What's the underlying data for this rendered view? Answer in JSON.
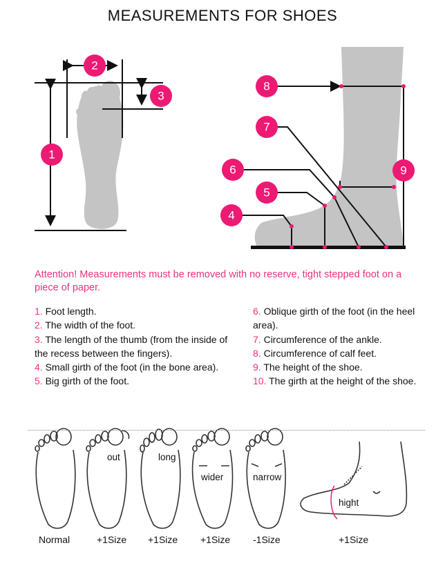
{
  "title": "MEASUREMENTS FOR SHOES",
  "colors": {
    "accent": "#ec1a73",
    "foot_gray": "#c4c4c4",
    "line": "#111111"
  },
  "markers": [
    "1",
    "2",
    "3",
    "4",
    "5",
    "6",
    "7",
    "8",
    "9"
  ],
  "attention": "Attention! Measurements must be removed with no reserve, tight stepped foot on a piece of paper.",
  "list_left": [
    {
      "num": "1.",
      "text": " Foot length."
    },
    {
      "num": "2.",
      "text": " The width of the foot."
    },
    {
      "num": "3.",
      "text": " The length of the thumb (from the inside of the recess between the fingers)."
    },
    {
      "num": "4.",
      "text": " Small girth of the foot (in the bone area)."
    },
    {
      "num": "5.",
      "text": " Big girth of the foot."
    }
  ],
  "list_right": [
    {
      "num": "6.",
      "text": " Oblique girth of the foot (in the heel area)."
    },
    {
      "num": "7.",
      "text": " Circumference of the ankle."
    },
    {
      "num": "8.",
      "text": " Circumference of calf feet."
    },
    {
      "num": "9.",
      "text": " The height of the shoe."
    },
    {
      "num": "10.",
      "text": " The girth at the height of the shoe."
    }
  ],
  "foot_types": [
    {
      "inside": "",
      "size": "Normal"
    },
    {
      "inside": "out",
      "size": "+1Size"
    },
    {
      "inside": "long",
      "size": "+1Size"
    },
    {
      "inside": "wider",
      "size": "+1Size"
    },
    {
      "inside": "narrow",
      "size": "-1Size"
    },
    {
      "inside": "hight",
      "size": "+1Size"
    }
  ]
}
